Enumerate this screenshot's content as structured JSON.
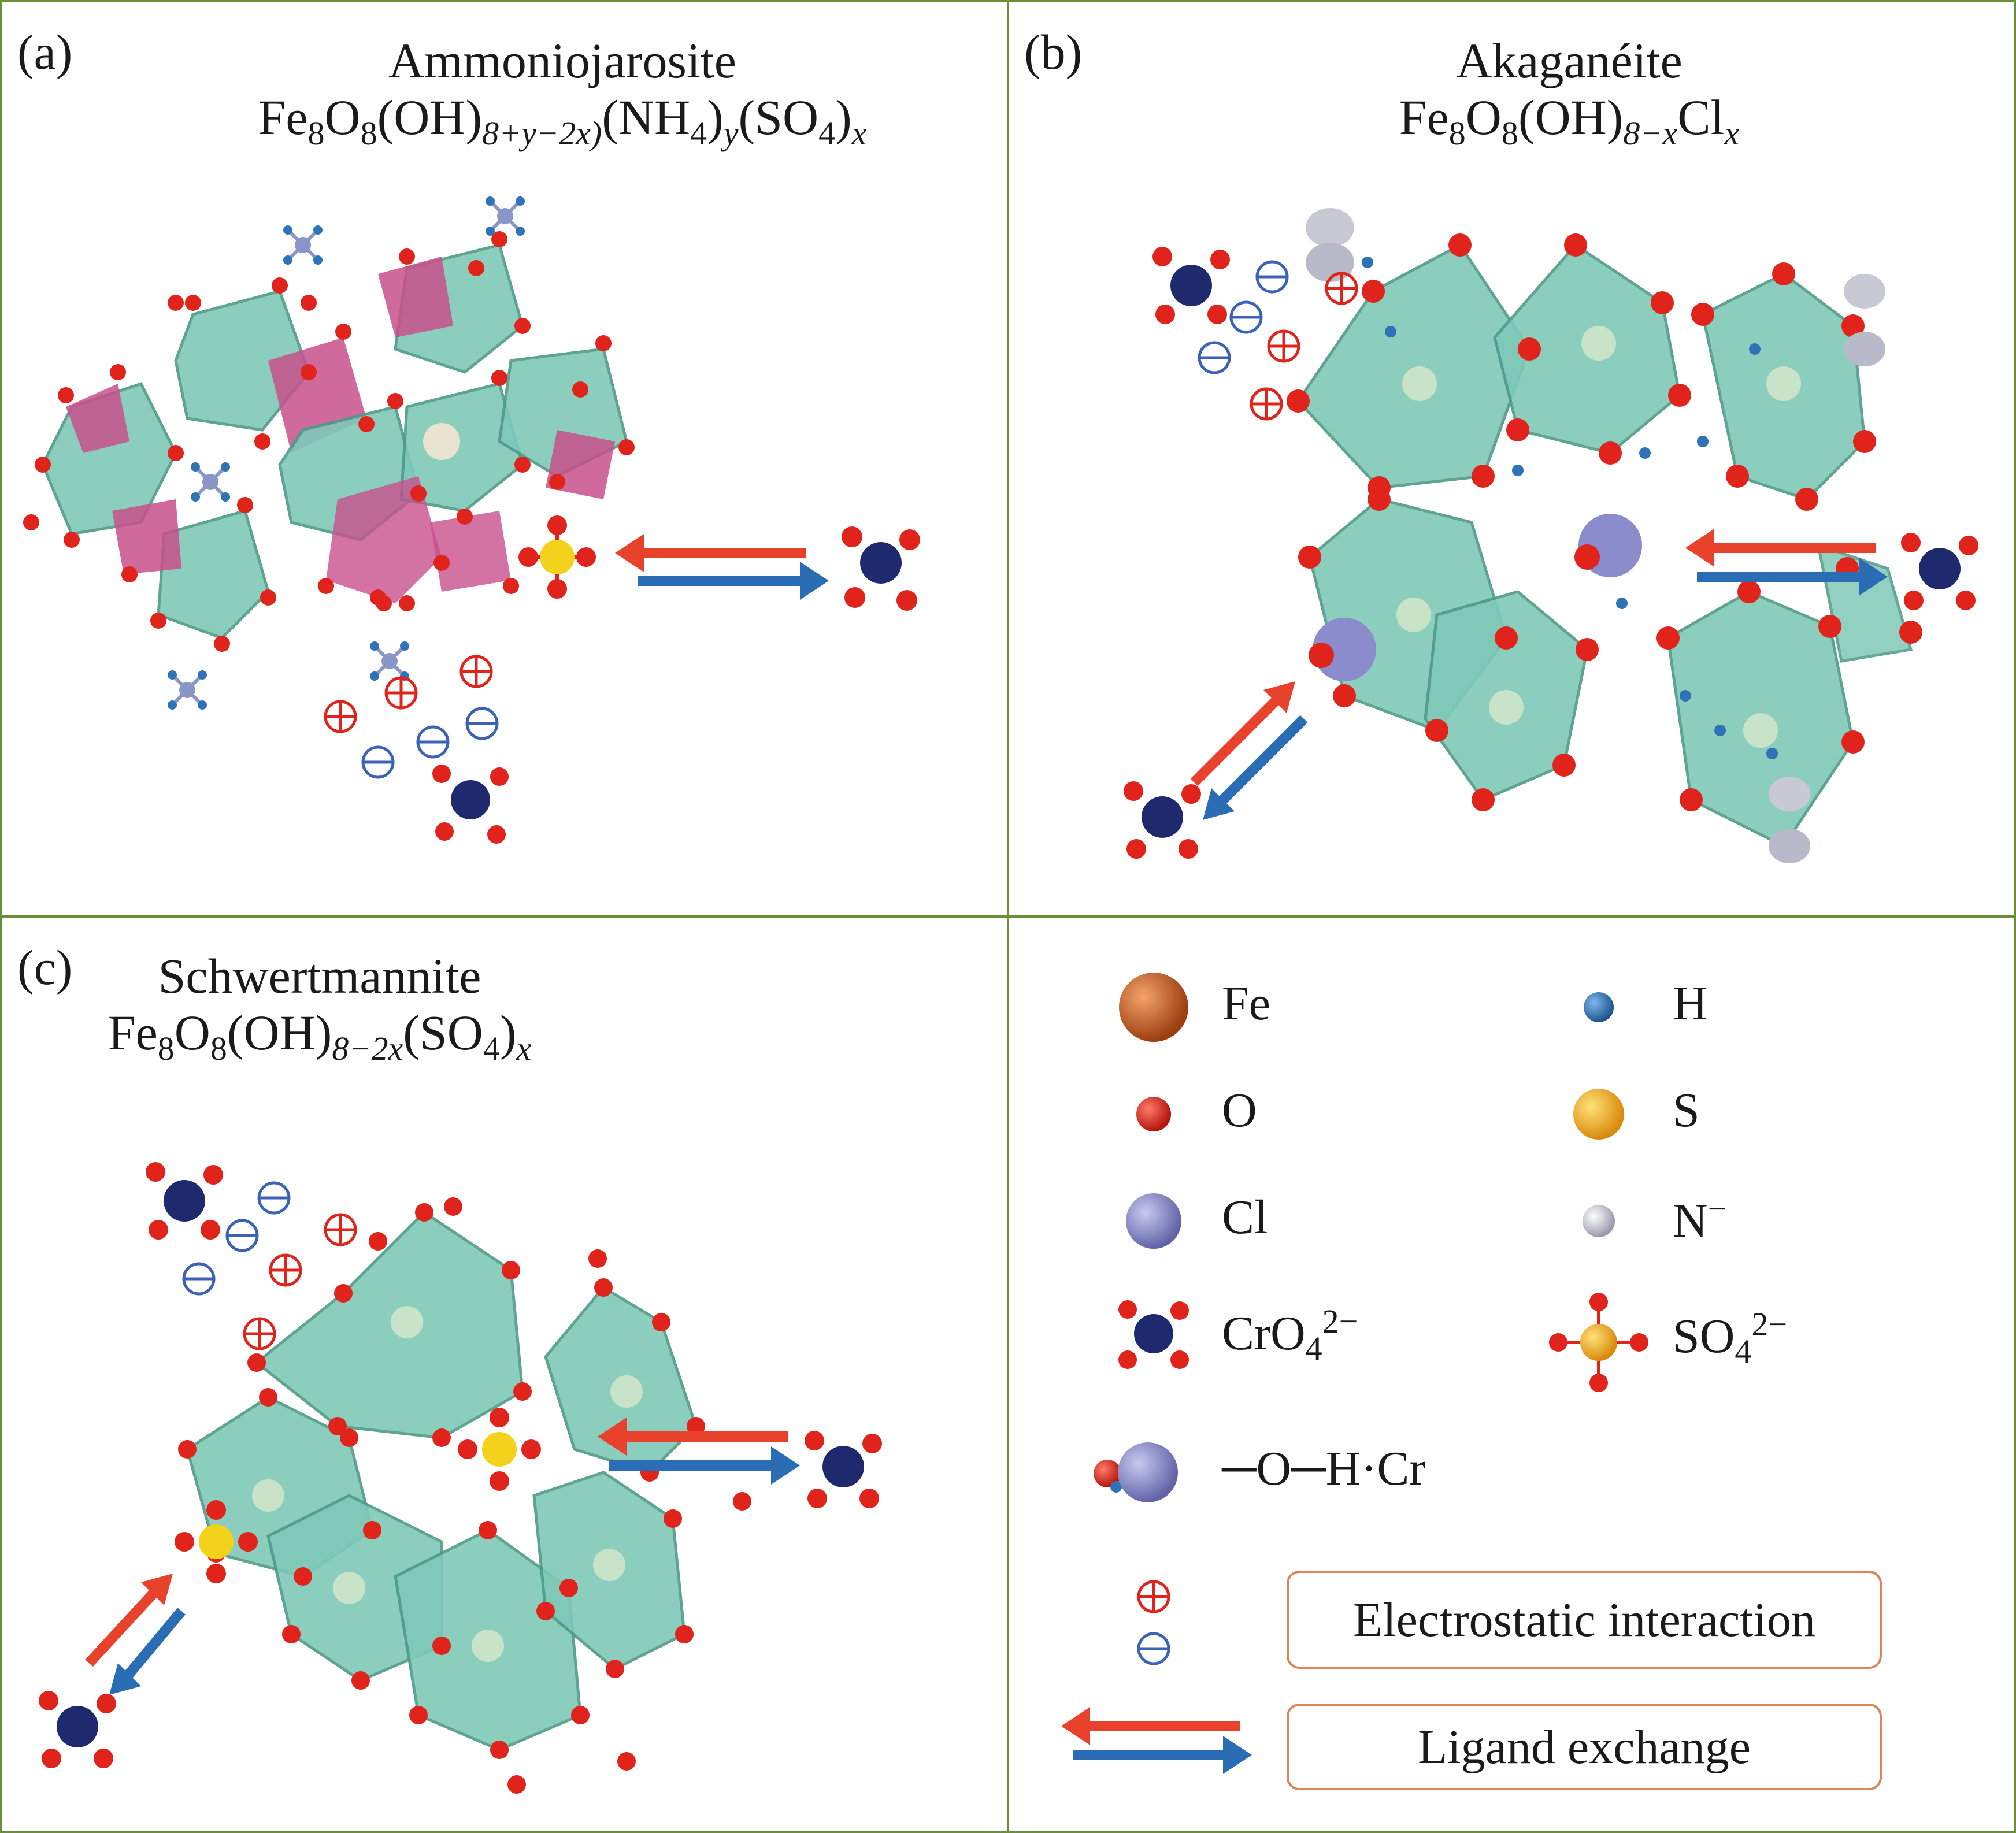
{
  "panels": {
    "a": {
      "label": "(a)",
      "name": "Ammoniojarosite",
      "formula": {
        "base": "Fe",
        "s1": "8",
        "o": "O",
        "s2": "8",
        "oh": "(OH)",
        "s3": "8+y−2x)",
        "nh": "(NH",
        "s4": "4",
        "close": ")",
        "s5": "y",
        "so": "(SO",
        "s6": "4",
        "close2": ")",
        "s7": "x"
      }
    },
    "b": {
      "label": "(b)",
      "name": "Akaganéite",
      "formula": {
        "base": "Fe",
        "s1": "8",
        "o": "O",
        "s2": "8",
        "oh": "(OH)",
        "s3": "8−x",
        "cl": "Cl",
        "s4": "x"
      }
    },
    "c": {
      "label": "(c)",
      "name": "Schwertmannite",
      "formula": {
        "base": "Fe",
        "s1": "8",
        "o": "O",
        "s2": "8",
        "oh": "(OH)",
        "s3": "8−2x",
        "so": "(SO",
        "s4": "4",
        "close": ")",
        "s5": "x"
      }
    }
  },
  "legend": {
    "fe": "Fe",
    "h": "H",
    "o": "O",
    "s": "S",
    "cl": "Cl",
    "n": {
      "base": "N",
      "sup": "−"
    },
    "cro4": {
      "base": "CrO",
      "sub": "4",
      "sup": "2−"
    },
    "so4": {
      "base": "SO",
      "sub": "4",
      "sup": "2−"
    },
    "ohcr": "─O─H·Cr",
    "electrostatic": "Electrostatic interaction",
    "ligand": "Ligand exchange"
  },
  "colors": {
    "border": "#6b8e3a",
    "oxygen": "#e0231b",
    "chromium": "#1f2a6e",
    "sulfur": "#f2d21b",
    "iron": "#c4581f",
    "hydrogen": "#2e73b8",
    "chlorine": "#8a8ccc",
    "octahedron": "#7fc9b8",
    "sulfate_tetra": "#c8508c",
    "arrow_red": "#e8412c",
    "arrow_blue": "#2a6db5",
    "box_border": "#d9865a"
  }
}
